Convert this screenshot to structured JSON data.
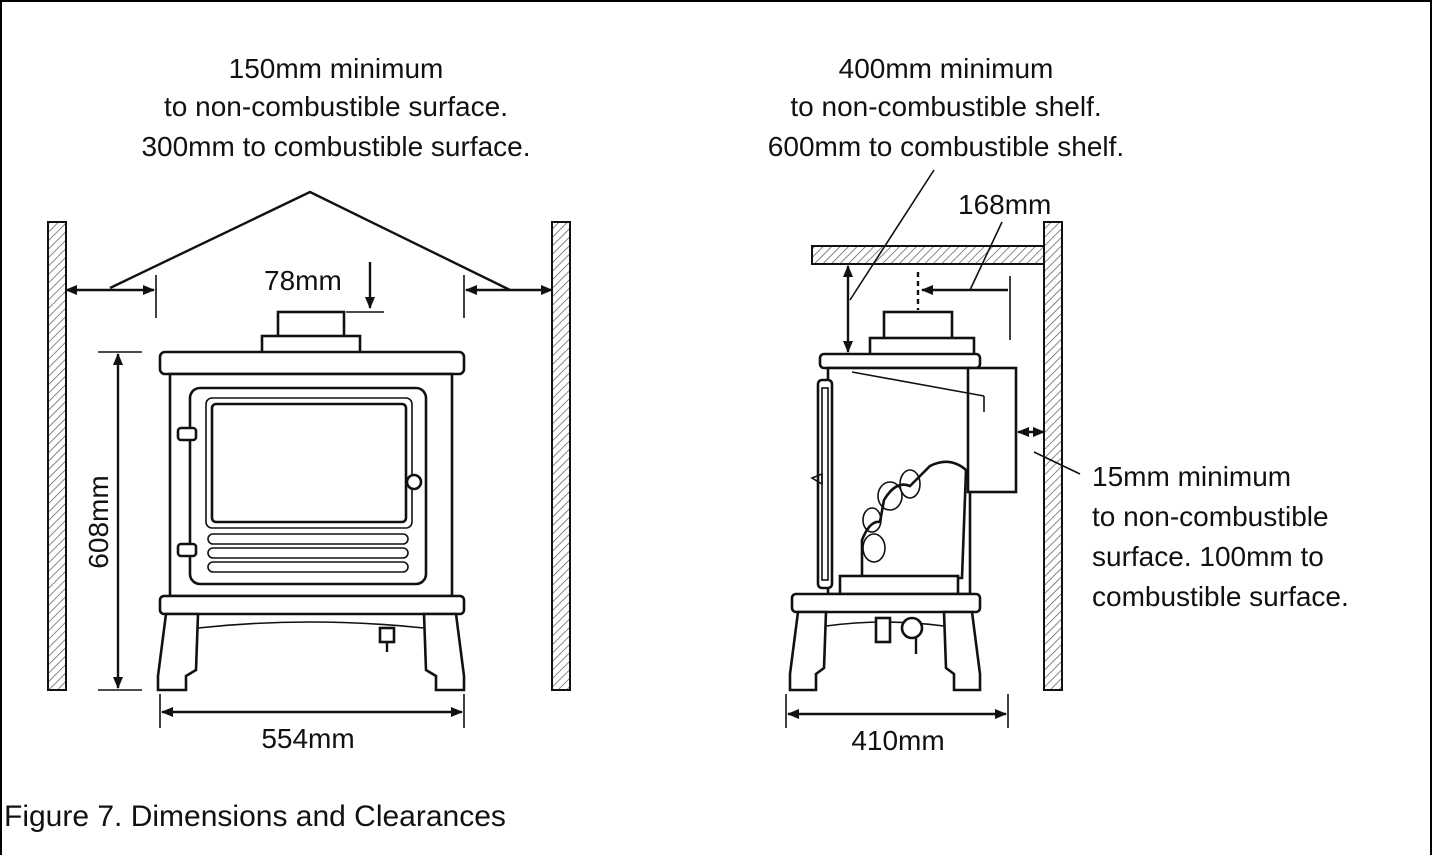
{
  "front_view": {
    "top_note": [
      "150mm minimum",
      "to non-combustible surface.",
      "300mm to combustible surface."
    ],
    "flue_offset": "78mm",
    "height": "608mm",
    "width": "554mm"
  },
  "side_view": {
    "top_note": [
      "400mm minimum",
      "to non-combustible shelf.",
      "600mm to combustible shelf."
    ],
    "flue_to_shelf_edge": "168mm",
    "rear_note": [
      "15mm minimum",
      "to non-combustible",
      "surface. 100mm to",
      "combustible surface."
    ],
    "depth": "410mm"
  },
  "caption": "Figure 7. Dimensions and Clearances"
}
